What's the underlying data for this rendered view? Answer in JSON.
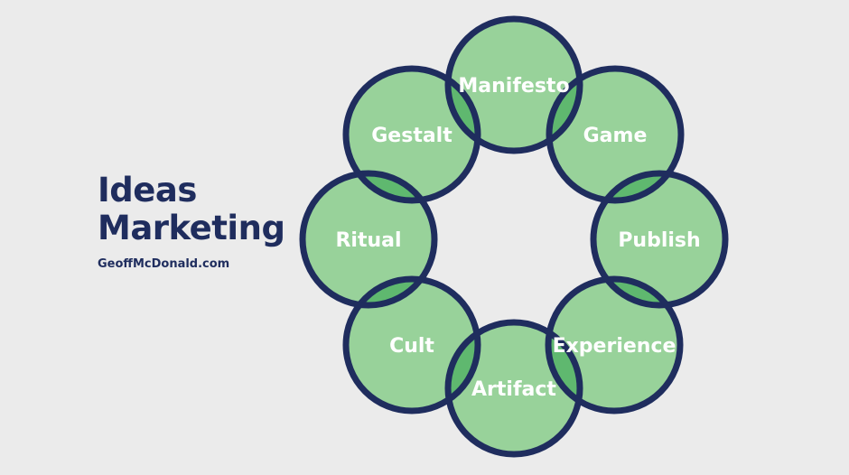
{
  "title": {
    "line1": "Ideas",
    "line2": "Marketing"
  },
  "site": "GeoffMcDonald.com",
  "colors": {
    "background": "#ebebeb",
    "circle_fill": "#98d29a",
    "circle_stroke": "#1f2d5e",
    "overlap": "#5fb86f",
    "text": "#ffffff",
    "title": "#1f2d5e"
  },
  "diagram": {
    "nodes": [
      {
        "label": "Manifesto"
      },
      {
        "label": "Game"
      },
      {
        "label": "Publish"
      },
      {
        "label": "Experience"
      },
      {
        "label": "Artifact"
      },
      {
        "label": "Cult"
      },
      {
        "label": "Ritual"
      },
      {
        "label": "Gestalt"
      }
    ]
  }
}
